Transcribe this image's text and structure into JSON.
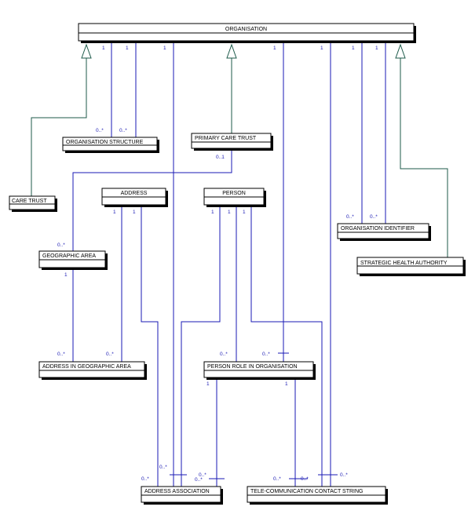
{
  "classes": {
    "organisation": "ORGANISATION",
    "care_trust": "CARE TRUST",
    "organisation_structure": "ORGANISATION STRUCTURE",
    "primary_care_trust": "PRIMARY CARE TRUST",
    "address": "ADDRESS",
    "person": "PERSON",
    "geographic_area": "GEOGRAPHIC AREA",
    "organisation_identifier": "ORGANISATION IDENTIFIER",
    "strategic_health_authority": "STRATEGIC HEALTH AUTHORITY",
    "address_in_geographic_area": "ADDRESS IN GEOGRAPHIC AREA",
    "person_role_in_organisation": "PERSON ROLE IN ORGANISATION",
    "address_association": "ADDRESS ASSOCIATION",
    "telecom_contact_string": "TELE-COMMUNICATION CONTACT STRING"
  },
  "multiplicities": {
    "one": "1",
    "many": "0..*",
    "optional": "0..1"
  },
  "colors": {
    "association": "#1a1ab4",
    "generalisation": "#1d5a4a",
    "box": "#000000"
  }
}
